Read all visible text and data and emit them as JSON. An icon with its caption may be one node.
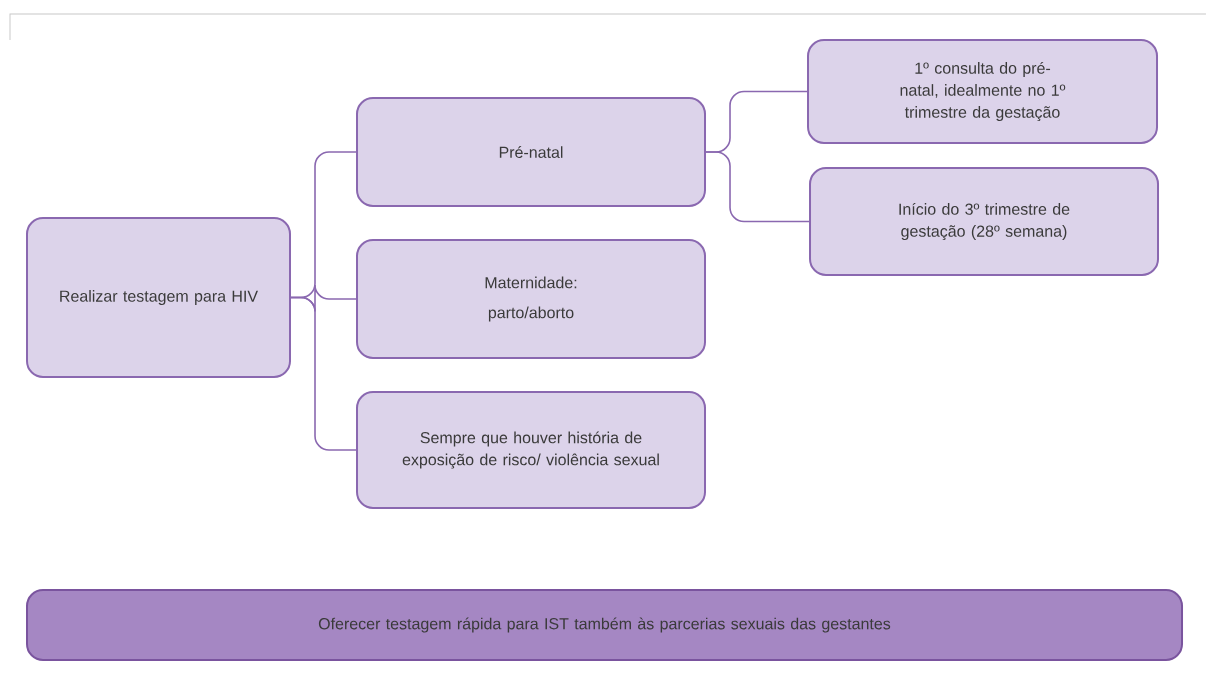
{
  "diagram": {
    "nodes": [
      {
        "text": [
          "Realizar testagem para HIV"
        ]
      },
      {
        "text": [
          "Pré-natal"
        ]
      },
      {
        "text": [
          "Maternidade:",
          "parto/aborto"
        ]
      },
      {
        "text": [
          "Sempre que houver história de exposição de risco/ violência sexual"
        ]
      },
      {
        "text": [
          "1º consulta do pré-natal, idealmente no 1º trimestre da gestação"
        ]
      },
      {
        "text": [
          "Início do 3º trimestre de gestação (28º semana)"
        ]
      },
      {
        "text": [
          "Oferecer testagem rápida para IST também às parcerias sexuais das gestantes"
        ]
      }
    ],
    "edges": [
      {
        "from": 0,
        "to": 1,
        "arrow": "none"
      },
      {
        "from": 0,
        "to": 2,
        "arrow": "none"
      },
      {
        "from": 0,
        "to": 3,
        "arrow": "none"
      },
      {
        "from": 1,
        "to": 4,
        "arrow": "none"
      },
      {
        "from": 1,
        "to": 5,
        "arrow": "none"
      }
    ]
  }
}
